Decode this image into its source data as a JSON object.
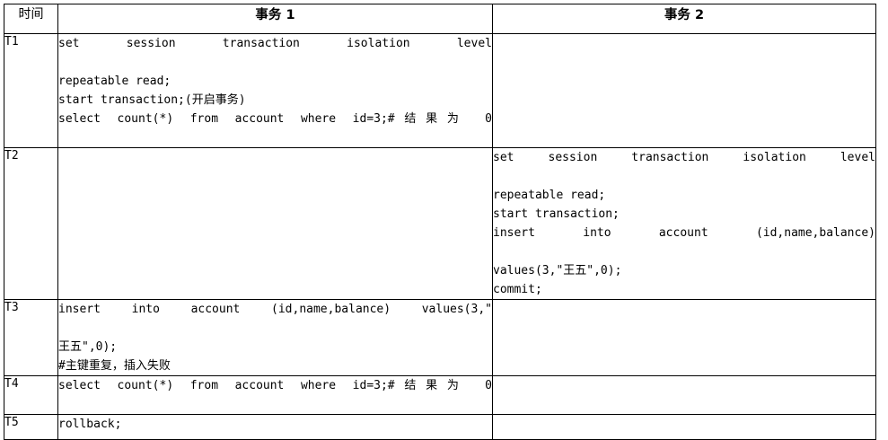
{
  "table": {
    "headers": {
      "time": "时间",
      "tx1": "事务 1",
      "tx2": "事务 2"
    },
    "rows": [
      {
        "time": "T1",
        "tx1_lines": [
          "set session transaction isolation level",
          "repeatable read;",
          "start transaction;(开启事务)",
          "select count(*) from account where id=3;#结果为 0"
        ],
        "tx2_lines": []
      },
      {
        "time": "T2",
        "tx1_lines": [],
        "tx2_lines": [
          "set session transaction isolation level",
          "repeatable read;",
          "start transaction;",
          "insert into account (id,name,balance)",
          "values(3,\"王五\",0);",
          "commit;"
        ]
      },
      {
        "time": "T3",
        "tx1_lines": [
          "insert into account (id,name,balance) values(3,\"",
          "王五\",0);",
          "#主键重复，插入失败"
        ],
        "tx2_lines": []
      },
      {
        "time": "T4",
        "tx1_lines": [
          "select count(*) from account where id=3;#结果为 0"
        ],
        "tx2_lines": []
      },
      {
        "time": "T5",
        "tx1_lines": [
          "rollback;"
        ],
        "tx2_lines": []
      }
    ]
  },
  "colors": {
    "background": "#ffffff",
    "border": "#000000",
    "text": "#000000"
  }
}
